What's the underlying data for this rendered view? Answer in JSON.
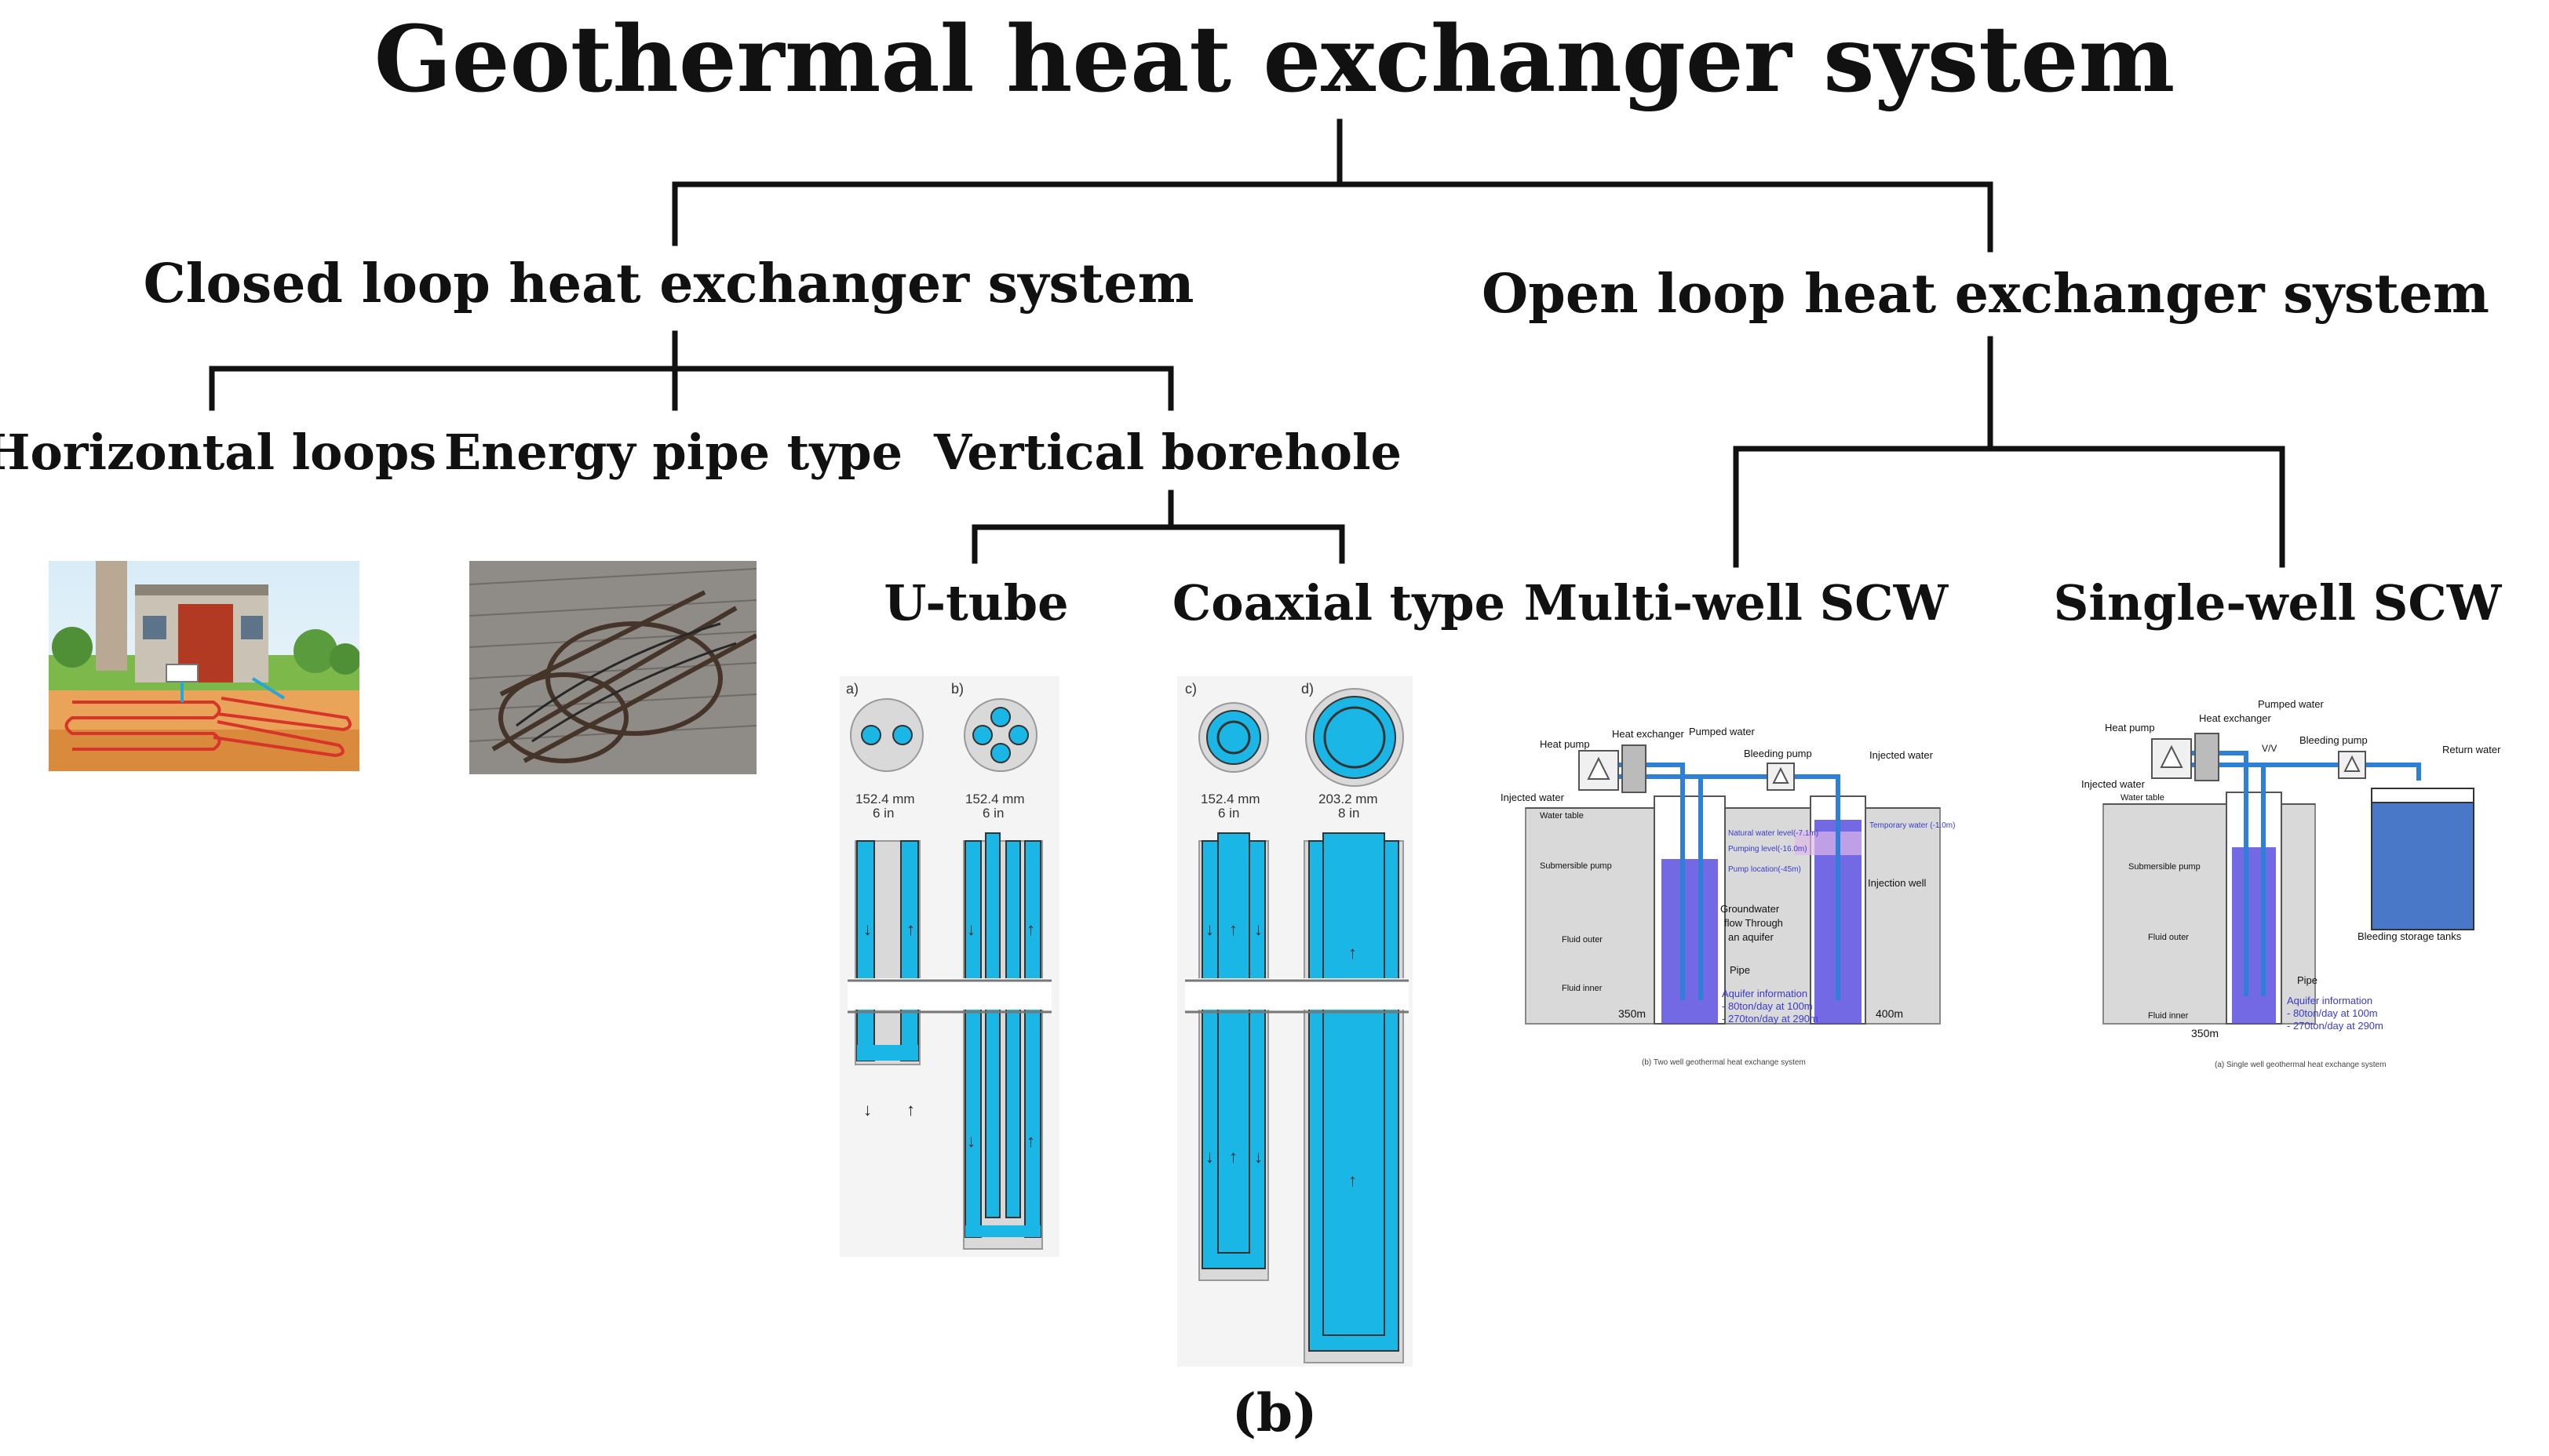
{
  "title": "Geothermal heat exchanger system",
  "closed_loop": "Closed loop heat exchanger system",
  "open_loop": "Open loop heat exchanger system",
  "horizontal": "Horizontal loops",
  "energy_pipe": "Energy pipe type",
  "vertical": "Vertical borehole",
  "utube": "U-tube",
  "coaxial": "Coaxial type",
  "multiwell": "Multi-well SCW",
  "singlewell": "Single-well SCW",
  "caption": "(b)",
  "borehole_labels": {
    "a": "a)",
    "b": "b)",
    "c": "c)",
    "d": "d)",
    "dim_a": "152.4 mm",
    "dim_a_in": "6 in",
    "dim_b": "152.4 mm",
    "dim_b_in": "6 in",
    "dim_c": "152.4 mm",
    "dim_c_in": "6 in",
    "dim_d": "203.2 mm",
    "dim_d_in": "8 in"
  },
  "multiwell_fig": {
    "heat_exchanger": "Heat exchanger",
    "heat_pump": "Heat pump",
    "pumped_water": "Pumped water",
    "bleeding_pump": "Bleeding pump",
    "injected_water_top": "Injected water",
    "injected_water_left": "Injected water",
    "water_table": "Water table",
    "natural_level": "Natural water level(-7.1m)",
    "pumping_level": "Pumping level(-16.0m)",
    "pump_location": "Pump location(-45m)",
    "temp_water": "Temporary water (-1.0m)",
    "submersible": "Submersible pump",
    "groundwater1": "Groundwater",
    "groundwater2": "flow Through",
    "groundwater3": "an aquifer",
    "injection_well": "Injection well",
    "fluid_outer": "Fluid outer",
    "fluid_inner": "Fluid inner",
    "pipe": "Pipe",
    "aquifer1": "Aquifer information",
    "aquifer2": "- 80ton/day at 100m",
    "aquifer3": "- 270ton/day at 290m",
    "depth1": "350m",
    "depth2": "400m",
    "subcaption": "(b) Two well geothermal heat exchange system"
  },
  "singlewell_fig": {
    "heat_exchanger": "Heat exchanger",
    "heat_pump": "Heat pump",
    "pumped_water": "Pumped water",
    "bleeding_pump": "Bleeding pump",
    "return_water": "Return water",
    "injected_water": "Injected water",
    "water_table": "Water table",
    "vv": "V/V",
    "submersible": "Submersible pump",
    "fluid_outer": "Fluid outer",
    "fluid_inner": "Fluid inner",
    "pipe": "Pipe",
    "aquifer1": "Aquifer information",
    "aquifer2": "- 80ton/day at 100m",
    "aquifer3": "- 270ton/day at 290m",
    "depth": "350m",
    "tank": "Bleeding storage tanks",
    "subcaption": "(a) Single well geothermal heat exchange system"
  },
  "colors": {
    "line": "#111111",
    "cyan": "#1ab6e6",
    "grout": "#d9d9d9",
    "well_blue": "#5a4fe0",
    "tank_blue": "#4a78c8"
  }
}
